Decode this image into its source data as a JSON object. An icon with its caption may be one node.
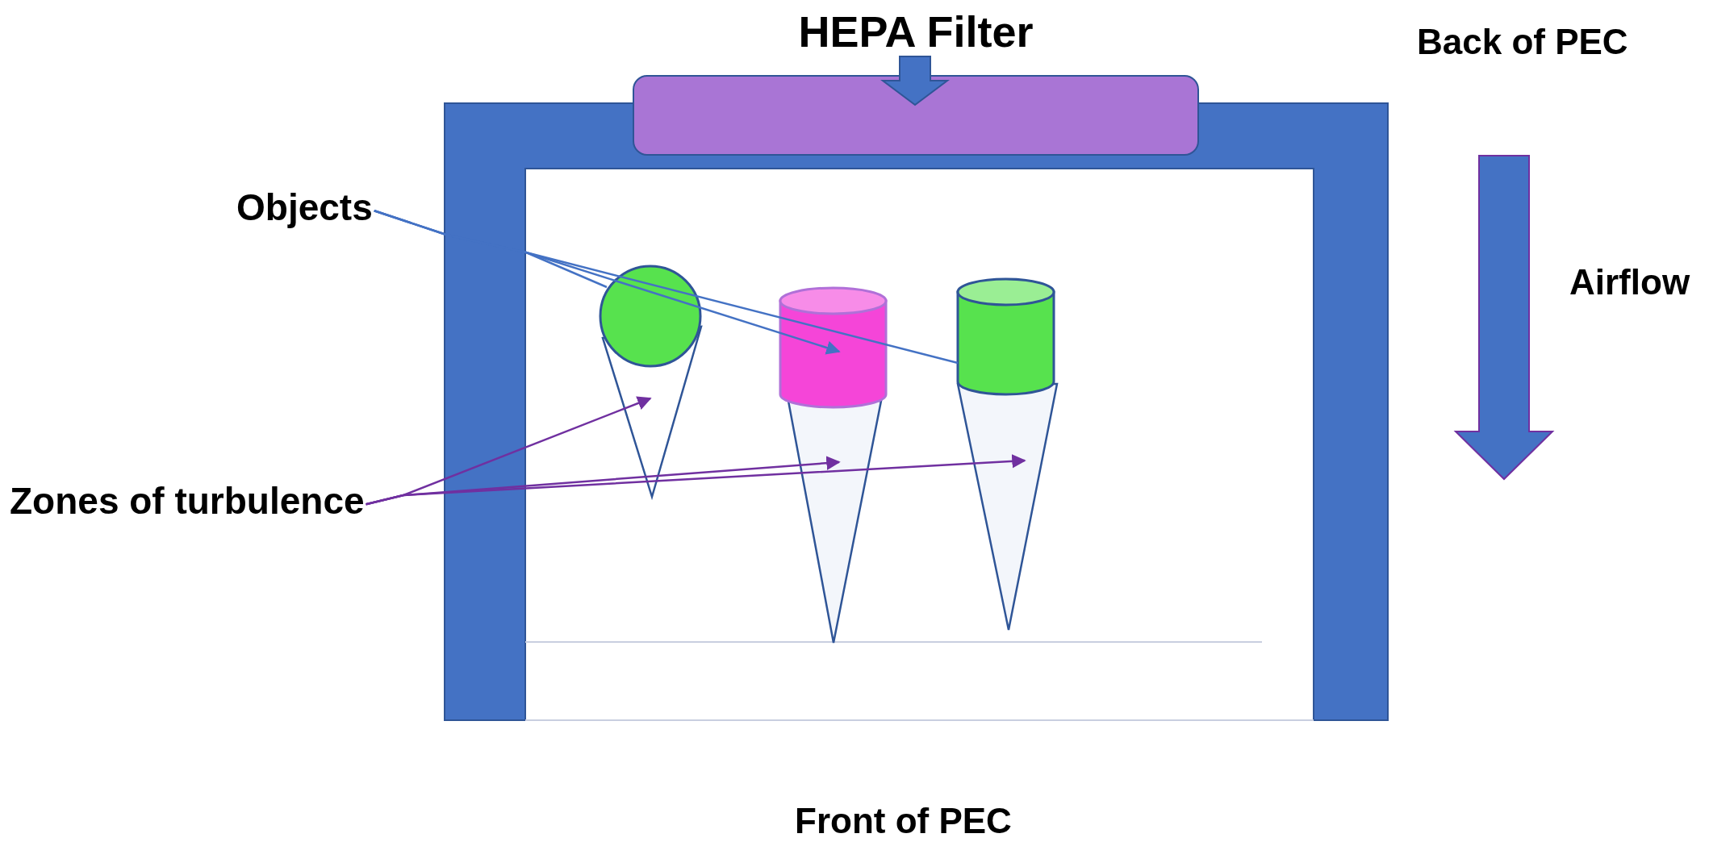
{
  "diagram": {
    "nodes": [
      {
        "text": [
          "HEPA Filter"
        ]
      },
      {
        "text": [
          "Objects"
        ]
      },
      {
        "text": [
          "Zones of turbulence"
        ]
      },
      {
        "text": [],
        "shape": "circle"
      },
      {
        "text": [],
        "shape": "cylinder"
      },
      {
        "text": [],
        "shape": "cylinder"
      },
      {
        "text": [],
        "shape": "cone"
      },
      {
        "text": [],
        "shape": "cone"
      },
      {
        "text": [],
        "shape": "cone"
      }
    ],
    "edges": [
      {
        "from": 1,
        "to": 3,
        "arrow": "none",
        "color": "#4472c4"
      },
      {
        "from": 1,
        "to": 4,
        "arrow": "to",
        "color": "#4472c4"
      },
      {
        "from": 1,
        "to": 5,
        "arrow": "none",
        "color": "#4472c4"
      },
      {
        "from": 2,
        "to": 6,
        "arrow": "to",
        "color": "#7030a0"
      },
      {
        "from": 2,
        "to": 7,
        "arrow": "to",
        "color": "#7030a0"
      },
      {
        "from": 2,
        "to": 8,
        "arrow": "to",
        "color": "#7030a0"
      }
    ],
    "labels": [
      "Back of PEC",
      "Airflow",
      "Front of PEC"
    ]
  }
}
